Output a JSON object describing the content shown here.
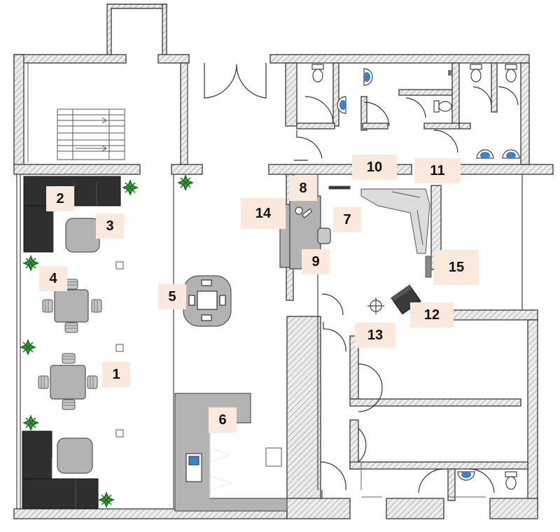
{
  "labels": [
    "1",
    "2",
    "3",
    "4",
    "5",
    "6",
    "7",
    "8",
    "9",
    "10",
    "11",
    "12",
    "13",
    "14",
    "15"
  ],
  "colors": {
    "wall_hatch": "#d4d4d4",
    "furniture": "#b3b3b3",
    "sofa": "#2f2f2f",
    "plant": "#2e9d2e",
    "sink": "#3d7fd1",
    "label_bg": "#fbe9dd"
  }
}
